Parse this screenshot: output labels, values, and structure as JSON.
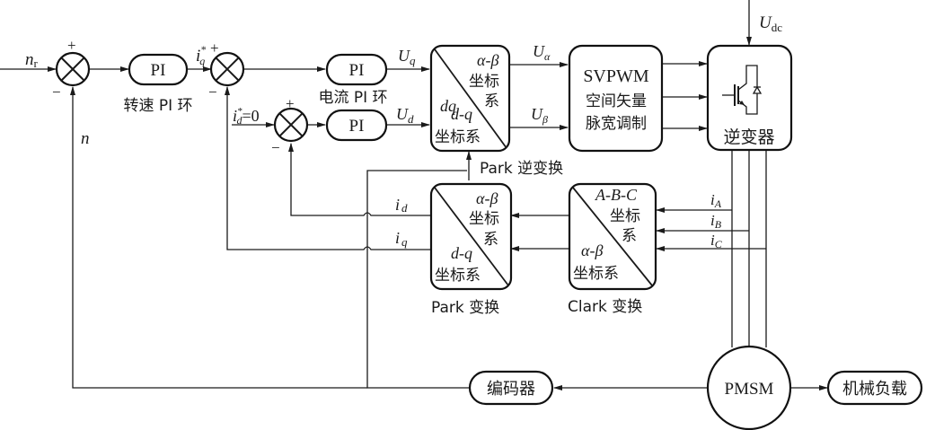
{
  "diagram": {
    "title": "PMSM FOC vector control block diagram",
    "signals": {
      "nr": "n",
      "nr_sub": "r",
      "iq_ref": "i",
      "iq_ref_sub": "q",
      "iq_ref_sup": "*",
      "id_ref": "i",
      "id_ref_sub": "d",
      "id_ref_sup": "*",
      "id_ref_val": "=0",
      "n_feedback": "n",
      "Uq": "U",
      "Uq_sub": "q",
      "Ud": "U",
      "Ud_sub": "d",
      "Ualpha": "U",
      "Ualpha_sub": "α",
      "Ubeta": "U",
      "Ubeta_sub": "β",
      "Udc": "U",
      "Udc_sub": "dc",
      "id": "i",
      "id_sub": "d",
      "iq": "i",
      "iq_sub": "q",
      "iA": "i",
      "iA_sub": "A",
      "iB": "i",
      "iB_sub": "B",
      "iC": "i",
      "iC_sub": "C"
    },
    "signs": {
      "plus": "+",
      "minus": "−"
    },
    "blocks": {
      "pi_speed": "PI",
      "pi_speed_caption": "转速 PI 环",
      "pi_iq": "PI",
      "pi_id": "PI",
      "pi_current_caption": "电流 PI 环",
      "inv_park": {
        "top_var": "α-β",
        "top_l1": "坐标",
        "top_l2": "系",
        "bot_var_overlap": "dq",
        "bot_var": "d-q",
        "bot_l1": "坐标系",
        "caption": "Park 逆变换"
      },
      "svpwm": {
        "l1": "SVPWM",
        "l2": "空间矢量",
        "l3": "脉宽调制"
      },
      "inverter": {
        "caption": "逆变器"
      },
      "park": {
        "top_var": "α-β",
        "top_l1": "坐标",
        "top_l2": "系",
        "bot_var": "d-q",
        "bot_l1": "坐标系",
        "caption": "Park 变换"
      },
      "clark": {
        "top_var": "A-B-C",
        "top_l1": "坐标",
        "top_l2": "系",
        "bot_var": "α-β",
        "bot_l1": "坐标系",
        "caption": "Clark 变换"
      },
      "pmsm": "PMSM",
      "encoder": "编码器",
      "load": "机械负载"
    }
  }
}
